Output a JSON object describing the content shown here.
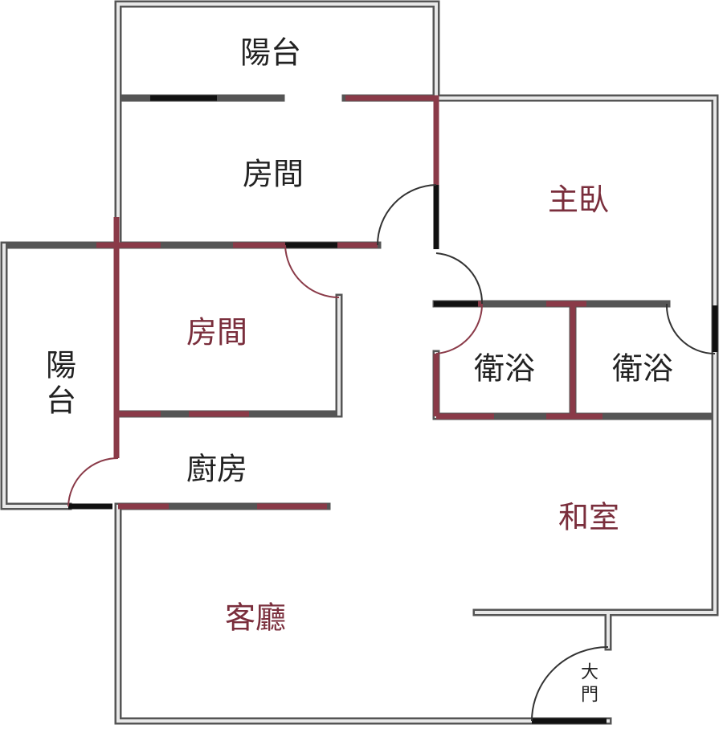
{
  "rooms": {
    "balcony_top": "陽台",
    "room_upper": "房間",
    "master_bedroom": "主臥",
    "room_lower": "房間",
    "balcony_left": "陽台",
    "bathroom_left": "衛浴",
    "bathroom_right": "衛浴",
    "kitchen": "廚房",
    "japanese_room": "和室",
    "living_room": "客廳",
    "main_door": "大門"
  },
  "colors": {
    "wall": "#555555",
    "accent_wall": "#8a3a48",
    "text": "#222222"
  }
}
